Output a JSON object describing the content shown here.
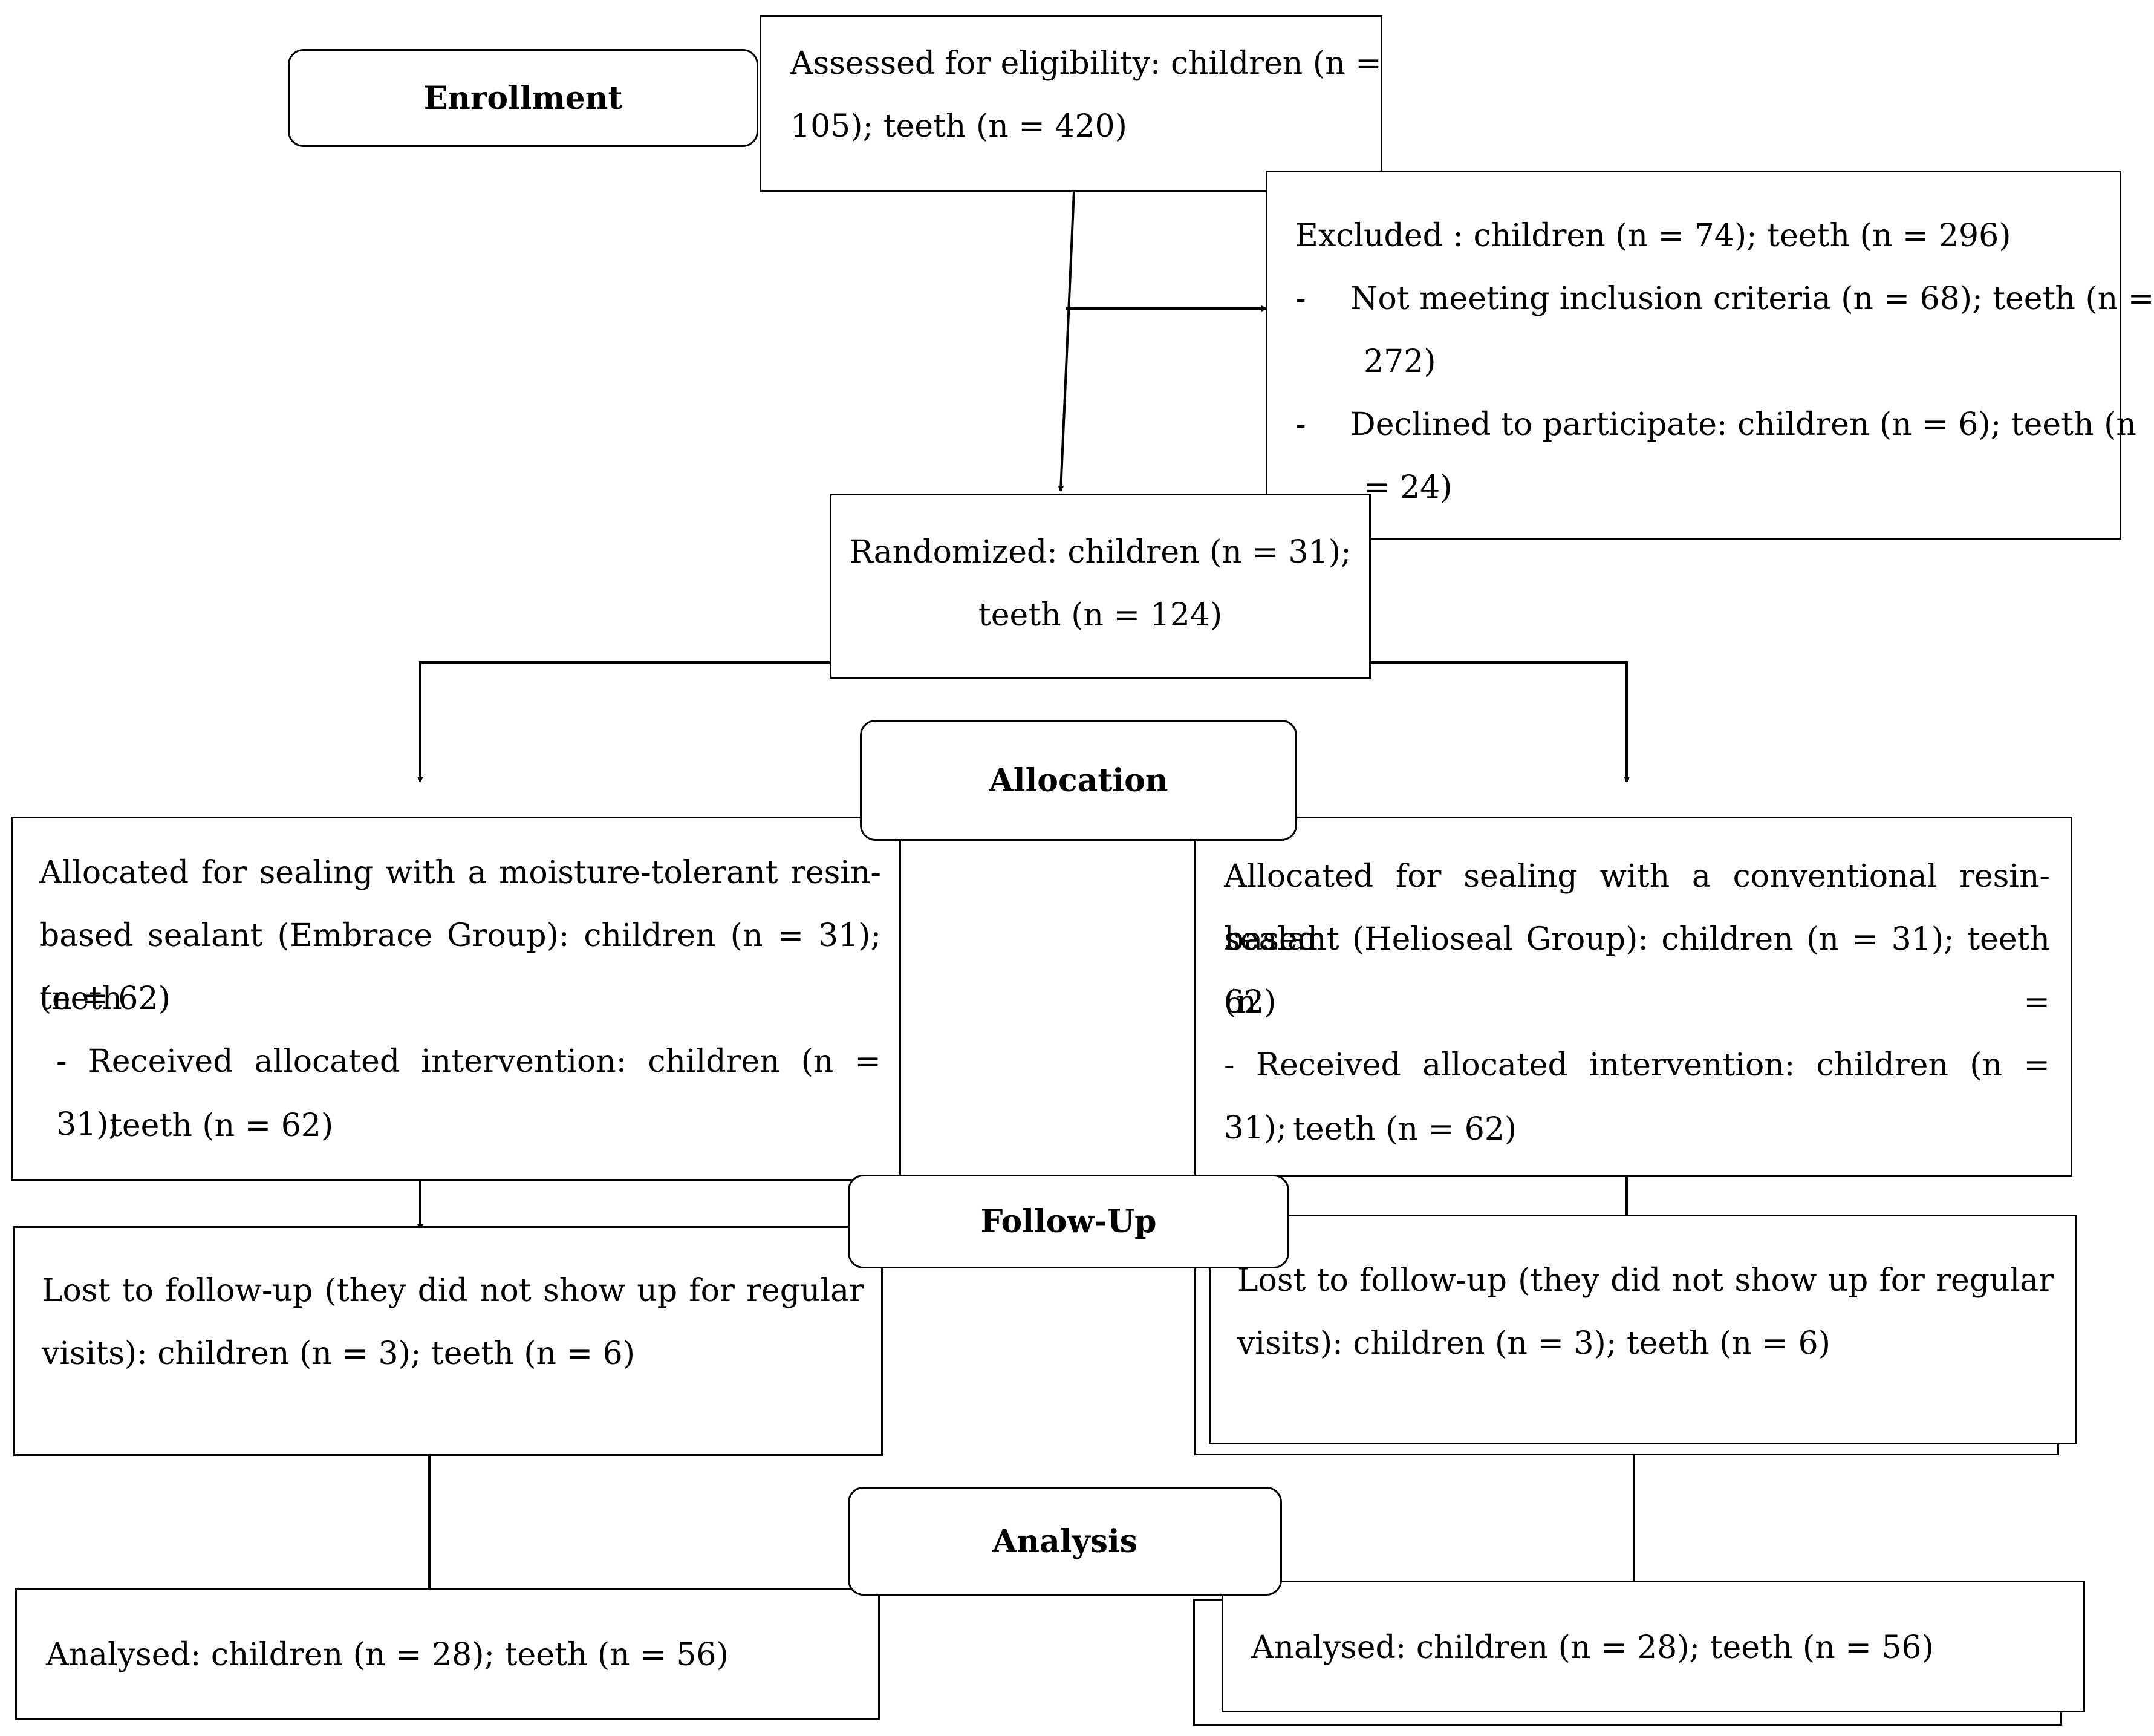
{
  "phases": {
    "enrollment": "Enrollment",
    "allocation": "Allocation",
    "follow_up": "Follow-Up",
    "analysis": "Analysis"
  },
  "assessed": {
    "line1": "Assessed for eligibility: children (n =",
    "line2": "105); teeth (n = 420)"
  },
  "excluded": {
    "line1": "Excluded : children (n = 74); teeth (n = 296)",
    "bullet1_line1": "Not meeting inclusion criteria (n = 68); teeth (n =",
    "bullet1_line2": "272)",
    "bullet2_line1": "Declined to participate: children (n = 6); teeth (n",
    "bullet2_line2": "= 24)",
    "dash": "-"
  },
  "randomized": {
    "line1": "Randomized: children (n = 31);",
    "line2": "teeth (n = 124)"
  },
  "allocated_left": {
    "line1": "Allocated for sealing with a moisture-tolerant resin-",
    "line2": "based sealant (Embrace Group): children (n = 31); teeth",
    "line3": "(n = 62)",
    "line4": "- Received allocated intervention: children (n = 31);",
    "line5": "teeth (n = 62)"
  },
  "allocated_right": {
    "line1": "Allocated for sealing with a conventional resin-based",
    "line2": "sealant (Helioseal Group): children (n = 31); teeth (n =",
    "line3": "62)",
    "line4": "- Received allocated intervention: children (n = 31);",
    "line5": "teeth (n = 62)"
  },
  "lost_left": {
    "line1": "Lost to follow-up (they did not show up for regular",
    "line2": "visits): children (n = 3); teeth (n = 6)"
  },
  "lost_right": {
    "line1": "Lost to follow-up (they did not show up for regular",
    "line2": "visits): children (n = 3); teeth (n = 6)"
  },
  "analysed_left": "Analysed: children (n = 28); teeth (n = 56)",
  "analysed_right": "Analysed: children (n = 28); teeth (n = 56)"
}
